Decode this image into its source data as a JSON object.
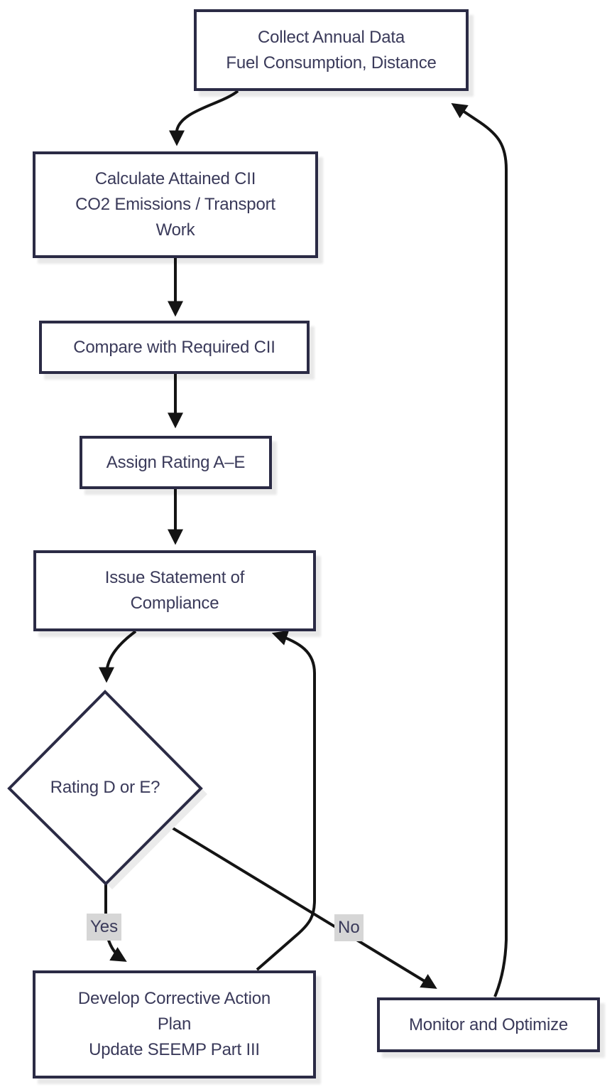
{
  "diagram_type": "flowchart",
  "nodes": {
    "collect": {
      "label": "Collect Annual Data\nFuel Consumption, Distance"
    },
    "calculate": {
      "label": "Calculate Attained CII\nCO2 Emissions / Transport\nWork"
    },
    "compare": {
      "label": "Compare with Required CII"
    },
    "assign": {
      "label": "Assign Rating A–E"
    },
    "issue": {
      "label": "Issue Statement of\nCompliance"
    },
    "decision": {
      "label": "Rating D or E?"
    },
    "corrective": {
      "label": "Develop Corrective Action\nPlan\nUpdate SEEMP Part III"
    },
    "monitor": {
      "label": "Monitor and Optimize"
    }
  },
  "edges": [
    {
      "from": "collect",
      "to": "calculate",
      "label": ""
    },
    {
      "from": "calculate",
      "to": "compare",
      "label": ""
    },
    {
      "from": "compare",
      "to": "assign",
      "label": ""
    },
    {
      "from": "assign",
      "to": "issue",
      "label": ""
    },
    {
      "from": "issue",
      "to": "decision",
      "label": ""
    },
    {
      "from": "decision",
      "to": "corrective",
      "label": "Yes"
    },
    {
      "from": "decision",
      "to": "monitor",
      "label": "No"
    },
    {
      "from": "corrective",
      "to": "issue",
      "label": ""
    },
    {
      "from": "monitor",
      "to": "collect",
      "label": ""
    }
  ],
  "colors": {
    "node_border": "#2b2b45",
    "node_fill": "#ffffff",
    "node_text": "#3a3a5a",
    "edge_line": "#141414",
    "edge_label_bg": "#d6d6d6",
    "shadow": "#ebebeb",
    "background": "#ffffff"
  }
}
